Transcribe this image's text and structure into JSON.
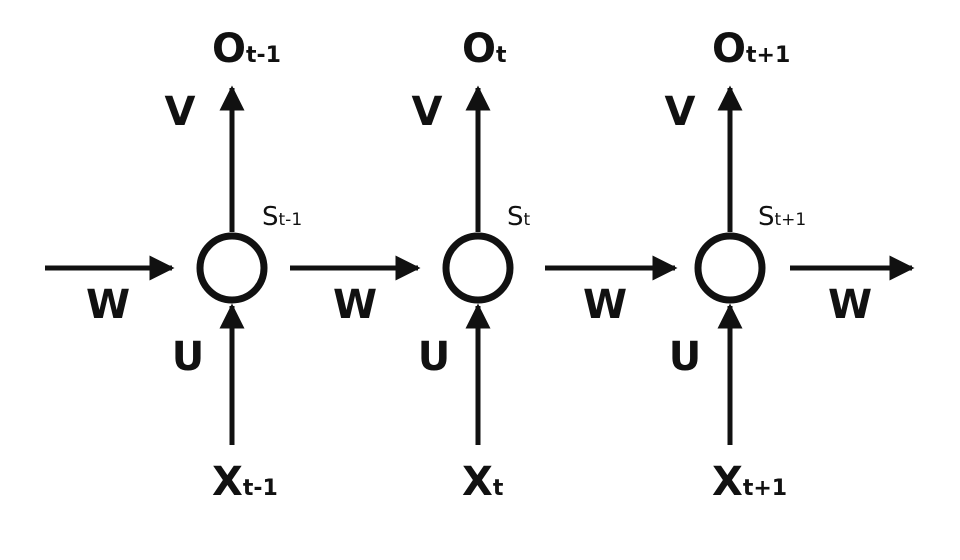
{
  "colors": {
    "ink": "#111111",
    "background": "#ffffff"
  },
  "input_weight": "W",
  "nodes": [
    {
      "output": {
        "base": "O",
        "sub": "t-1"
      },
      "state": {
        "base": "S",
        "sub": "t-1"
      },
      "input": {
        "base": "X",
        "sub": "t-1"
      },
      "output_weight": "V",
      "input_weight": "U",
      "recurrent_weight": "W"
    },
    {
      "output": {
        "base": "O",
        "sub": "t"
      },
      "state": {
        "base": "S",
        "sub": "t"
      },
      "input": {
        "base": "X",
        "sub": "t"
      },
      "output_weight": "V",
      "input_weight": "U",
      "recurrent_weight": "W"
    },
    {
      "output": {
        "base": "O",
        "sub": "t+1"
      },
      "state": {
        "base": "S",
        "sub": "t+1"
      },
      "input": {
        "base": "X",
        "sub": "t+1"
      },
      "output_weight": "V",
      "input_weight": "U",
      "recurrent_weight": "W"
    }
  ]
}
